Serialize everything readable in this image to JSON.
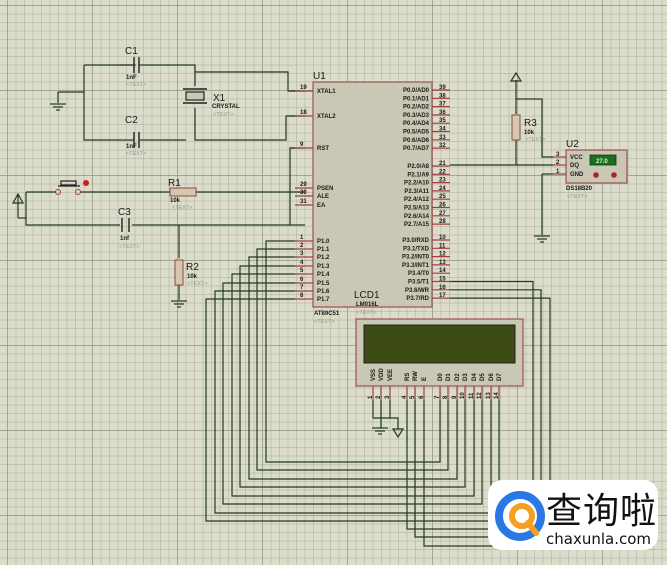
{
  "schematic": {
    "components": {
      "c1": {
        "ref": "C1",
        "value": "1nF",
        "text": "<TEXT>"
      },
      "c2": {
        "ref": "C2",
        "value": "1nF",
        "text": "<TEXT>"
      },
      "c3": {
        "ref": "C3",
        "value": "1nf",
        "text": "<TEXT>"
      },
      "x1": {
        "ref": "X1",
        "value": "CRYSTAL",
        "text": "<TEXT>"
      },
      "r1": {
        "ref": "R1",
        "value": "10k",
        "text": "<TEXT>"
      },
      "r2": {
        "ref": "R2",
        "value": "10k",
        "text": "<TEXT>"
      },
      "r3": {
        "ref": "R3",
        "value": "10k",
        "text": "<TEXT>"
      },
      "u1": {
        "ref": "U1",
        "value": "AT89C51",
        "text": "<TEXT>"
      },
      "u2": {
        "ref": "U2",
        "value": "DS18B20",
        "text": "<TEXT>",
        "display": "27.0"
      },
      "lcd1": {
        "ref": "LCD1",
        "value": "LM016L",
        "text": "<TEXT>"
      }
    },
    "u1_left_pins": [
      {
        "num": "19",
        "name": "XTAL1"
      },
      {
        "num": "18",
        "name": "XTAL2"
      },
      {
        "num": "9",
        "name": "RST"
      },
      {
        "num": "29",
        "name": "PSEN"
      },
      {
        "num": "30",
        "name": "ALE"
      },
      {
        "num": "31",
        "name": "EA"
      },
      {
        "num": "1",
        "name": "P1.0"
      },
      {
        "num": "2",
        "name": "P1.1"
      },
      {
        "num": "3",
        "name": "P1.2"
      },
      {
        "num": "4",
        "name": "P1.3"
      },
      {
        "num": "5",
        "name": "P1.4"
      },
      {
        "num": "6",
        "name": "P1.5"
      },
      {
        "num": "7",
        "name": "P1.6"
      },
      {
        "num": "8",
        "name": "P1.7"
      }
    ],
    "u1_right_pins": [
      {
        "num": "39",
        "name": "P0.0/AD0"
      },
      {
        "num": "38",
        "name": "P0.1/AD1"
      },
      {
        "num": "37",
        "name": "P0.2/AD2"
      },
      {
        "num": "36",
        "name": "P0.3/AD3"
      },
      {
        "num": "35",
        "name": "P0.4/AD4"
      },
      {
        "num": "34",
        "name": "P0.5/AD5"
      },
      {
        "num": "33",
        "name": "P0.6/AD6"
      },
      {
        "num": "32",
        "name": "P0.7/AD7"
      },
      {
        "num": "21",
        "name": "P2.0/A8"
      },
      {
        "num": "22",
        "name": "P2.1/A9"
      },
      {
        "num": "23",
        "name": "P2.2/A10"
      },
      {
        "num": "24",
        "name": "P2.3/A11"
      },
      {
        "num": "25",
        "name": "P2.4/A12"
      },
      {
        "num": "26",
        "name": "P2.5/A13"
      },
      {
        "num": "27",
        "name": "P2.6/A14"
      },
      {
        "num": "28",
        "name": "P2.7/A15"
      },
      {
        "num": "10",
        "name": "P3.0/RXD"
      },
      {
        "num": "11",
        "name": "P3.1/TXD"
      },
      {
        "num": "12",
        "name": "P3.2/INT0"
      },
      {
        "num": "13",
        "name": "P3.3/INT1"
      },
      {
        "num": "14",
        "name": "P3.4/T0"
      },
      {
        "num": "15",
        "name": "P3.5/T1"
      },
      {
        "num": "16",
        "name": "P3.6/WR"
      },
      {
        "num": "17",
        "name": "P3.7/RD"
      }
    ],
    "u2_pins": [
      {
        "num": "3",
        "name": "VCC"
      },
      {
        "num": "2",
        "name": "DQ"
      },
      {
        "num": "1",
        "name": "GND"
      }
    ],
    "lcd_pins": [
      {
        "num": "1",
        "name": "VSS"
      },
      {
        "num": "2",
        "name": "VDD"
      },
      {
        "num": "3",
        "name": "VEE"
      },
      {
        "num": "4",
        "name": "RS"
      },
      {
        "num": "5",
        "name": "RW"
      },
      {
        "num": "6",
        "name": "E"
      },
      {
        "num": "7",
        "name": "D0"
      },
      {
        "num": "8",
        "name": "D1"
      },
      {
        "num": "9",
        "name": "D2"
      },
      {
        "num": "10",
        "name": "D3"
      },
      {
        "num": "11",
        "name": "D4"
      },
      {
        "num": "12",
        "name": "D5"
      },
      {
        "num": "13",
        "name": "D6"
      },
      {
        "num": "14",
        "name": "D7"
      }
    ]
  },
  "watermark": {
    "name": "查询啦",
    "url": "chaxunla.com"
  },
  "colors": {
    "background": "#dcdccb",
    "wire": "#1f3b1f",
    "pin": "#9e4040",
    "body": "#c8c8b4",
    "lcd_screen": "#3c4a14",
    "u2_display": "#1e6e1e"
  }
}
